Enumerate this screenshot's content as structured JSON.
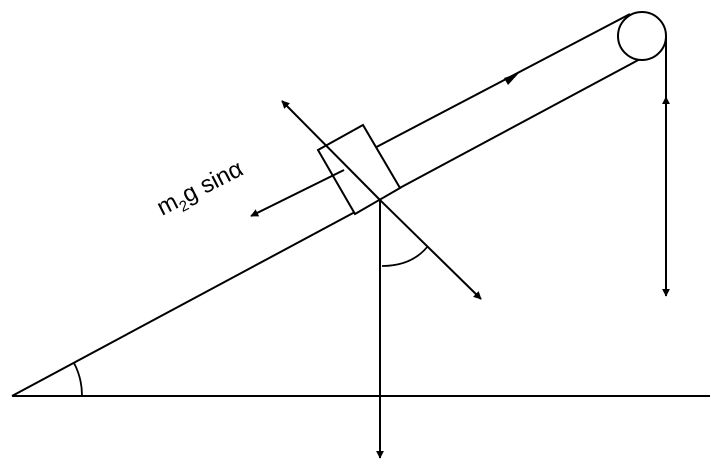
{
  "diagram": {
    "force_label": {
      "main": "m",
      "subscript": "2",
      "rest": "g sinα"
    },
    "colors": {
      "stroke": "#000000",
      "background": "#ffffff"
    }
  }
}
